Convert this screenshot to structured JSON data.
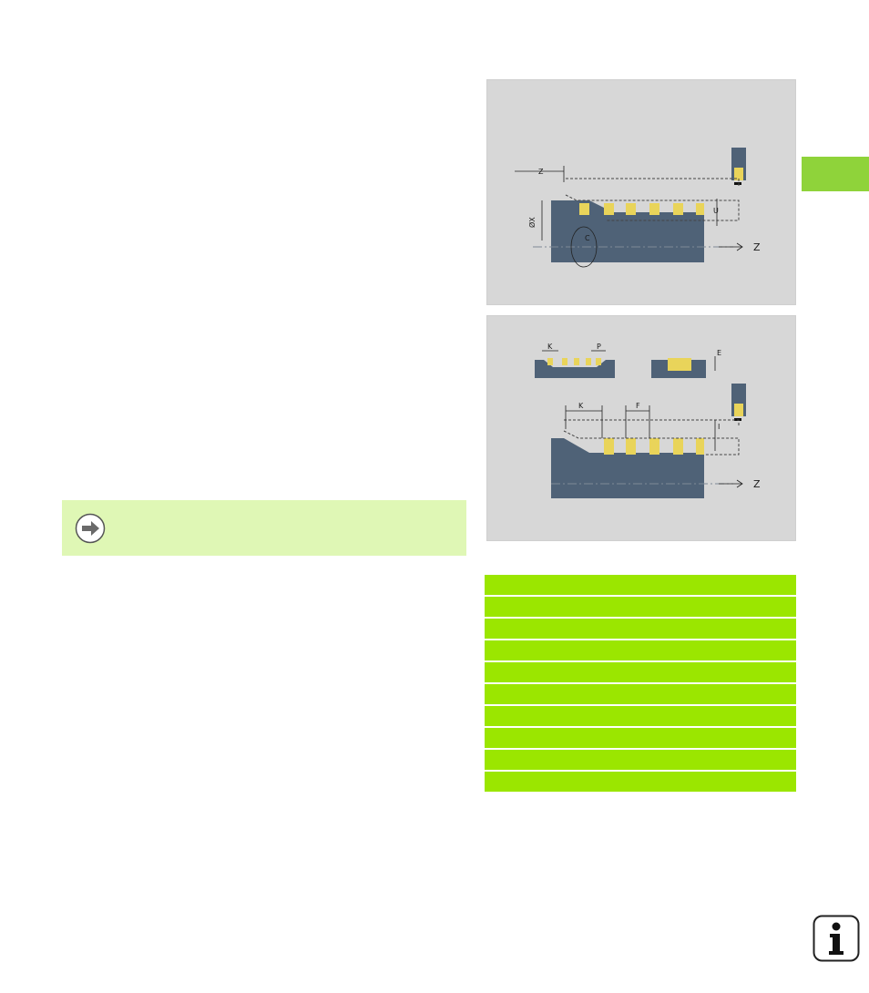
{
  "page": {
    "side_tab_color": "#8fd33a"
  },
  "figure_top": {
    "labels": {
      "z_dim": "Z",
      "x_dim": "ØX",
      "c_rot": "C",
      "u_dim": "U",
      "z_axis": "Z"
    }
  },
  "figure_bottom": {
    "labels": {
      "k_small": "K",
      "p_small": "P",
      "e_dim": "E",
      "k_dim": "K",
      "f_dim": "F",
      "i_dim": "I",
      "z_axis": "Z"
    }
  },
  "note": {
    "icon": "arrow-right-icon",
    "text": ""
  },
  "parameter_table": {
    "row_color": "#9be600",
    "rows": [
      "",
      "",
      "",
      "",
      "",
      "",
      "",
      "",
      "",
      ""
    ]
  },
  "info_button": {
    "glyph": "i"
  }
}
